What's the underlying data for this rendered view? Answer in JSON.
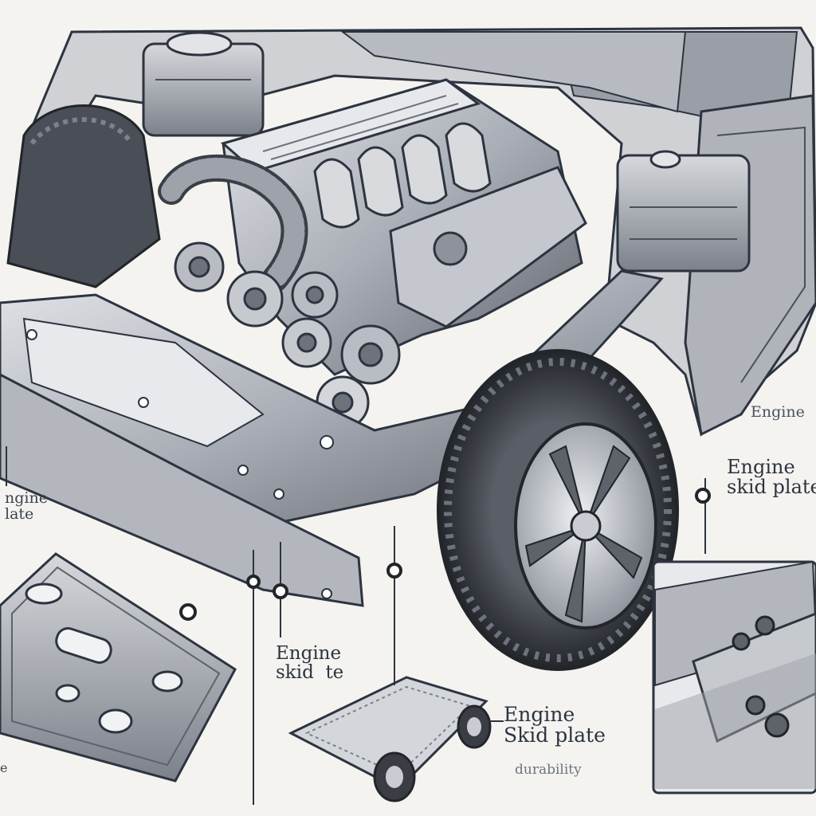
{
  "labels": {
    "top_right_engine": "Engine",
    "right_label": "Engine\nskid plate",
    "left_label": "ngine\nlate",
    "center_label": "Engine\nskid  te",
    "bottom_label": "Engine\nSkid plate",
    "bottom_sublabel": "durability",
    "bottom_left": "e"
  },
  "colors": {
    "ink": "#2d3440",
    "paper": "#f4f3ef",
    "metal_light": "#c9ccd2",
    "metal_mid": "#8d929b",
    "metal_dark": "#4a4f58"
  },
  "icons": {
    "callout_markers": "ring-marker"
  }
}
